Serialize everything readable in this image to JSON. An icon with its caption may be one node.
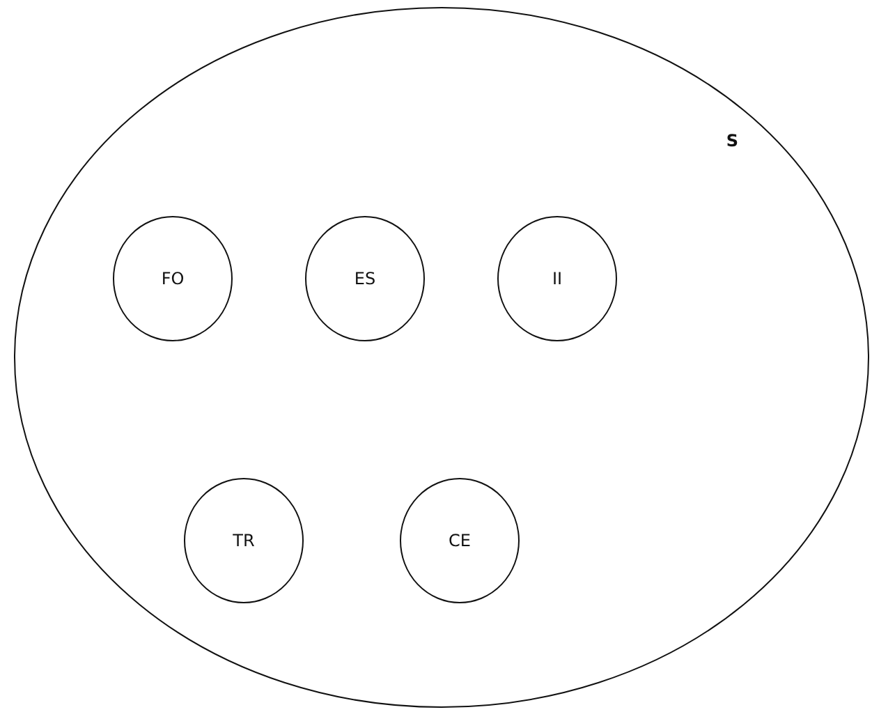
{
  "diagram": {
    "nodes": [
      {
        "text": [
          "S"
        ]
      },
      {
        "text": [
          "FO"
        ],
        "in": 0
      },
      {
        "text": [
          "ES"
        ],
        "in": 0
      },
      {
        "text": [
          "II"
        ],
        "in": 0
      },
      {
        "text": [
          "TR"
        ],
        "in": 0
      },
      {
        "text": [
          "CE"
        ],
        "in": 0
      }
    ]
  }
}
